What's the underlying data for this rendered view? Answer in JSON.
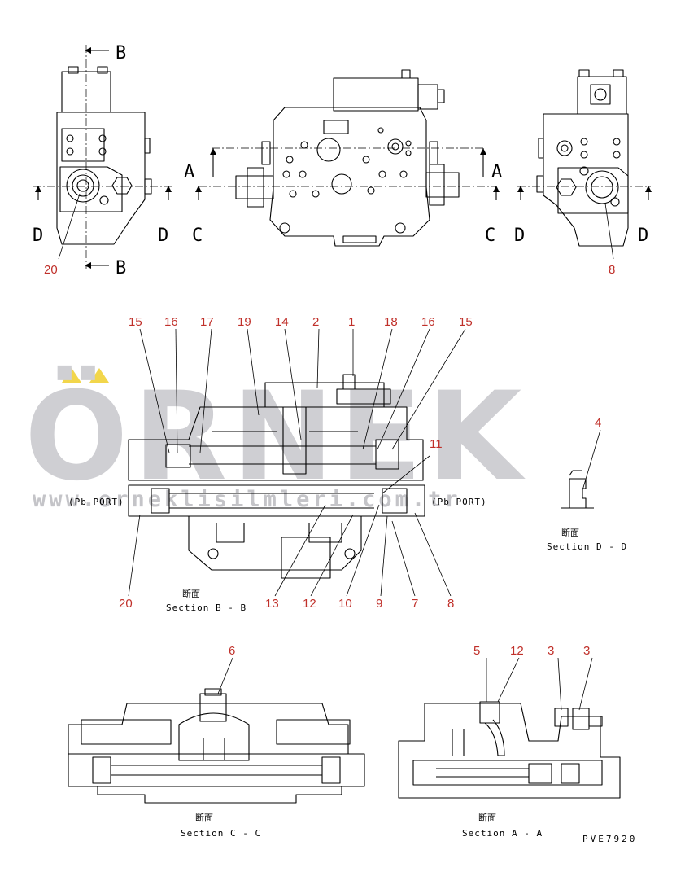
{
  "watermark": {
    "brand": "ÖRNEK",
    "site": "www.orneklisilmleri.com.tr",
    "accent_color": "#f2d64b"
  },
  "section_markers": {
    "b_top": "B",
    "b_bottom": "B",
    "a_left": "A",
    "a_right": "A",
    "c_left": "C",
    "c_right": "C",
    "d_left_view_left": "D",
    "d_left_view_right": "D",
    "d_right_view_left": "D",
    "d_right_view_right": "D"
  },
  "port_labels": {
    "left": "(Pb PORT)",
    "right": "(Pb PORT)"
  },
  "captions": {
    "bb_jp": "断面",
    "bb_en": "Section B - B",
    "dd_jp": "断面",
    "dd_en": "Section D - D",
    "cc_jp": "断面",
    "cc_en": "Section C - C",
    "aa_jp": "断面",
    "aa_en": "Section A - A"
  },
  "drawing_code": "PVE7920",
  "callouts": {
    "top_left_20": "20",
    "top_right_8": "8",
    "bb_15_l": "15",
    "bb_16_l": "16",
    "bb_17": "17",
    "bb_19": "19",
    "bb_14": "14",
    "bb_2": "2",
    "bb_1": "1",
    "bb_18": "18",
    "bb_16_r": "16",
    "bb_15_r": "15",
    "bb_11": "11",
    "bb_20": "20",
    "bb_13": "13",
    "bb_12": "12",
    "bb_10": "10",
    "bb_9": "9",
    "bb_7": "7",
    "bb_8": "8",
    "dd_4": "4",
    "cc_6": "6",
    "aa_5": "5",
    "aa_12": "12",
    "aa_3_l": "3",
    "aa_3_r": "3"
  },
  "colors": {
    "line": "#000000",
    "callout": "#c0302a",
    "watermark": "#cfcfd3"
  }
}
